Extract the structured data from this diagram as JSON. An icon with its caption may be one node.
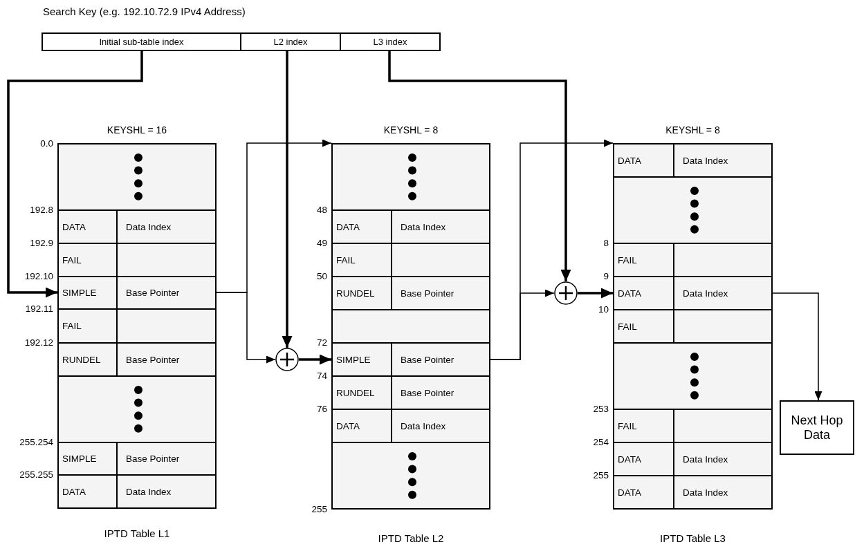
{
  "diagram": {
    "nodes": [
      {
        "text": [
          "Search Key (e.g. 192.10.72.9 IPv4 Address)"
        ]
      },
      {
        "text": [
          "Initial sub-table index"
        ],
        "in": 0
      },
      {
        "text": [
          "L2 index"
        ],
        "in": 0
      },
      {
        "text": [
          "L3 index"
        ],
        "in": 0
      },
      {
        "text": [
          "KEYSHL = 16",
          "IPTD Table L1"
        ]
      },
      {
        "text": [],
        "shape": "box",
        "in": 4,
        "beside": [
          "0.0"
        ]
      },
      {
        "text": [
          "DATA",
          "Data Index"
        ],
        "in": 4,
        "beside": [
          "192.8"
        ]
      },
      {
        "text": [
          "FAIL"
        ],
        "in": 4,
        "beside": [
          "192.9"
        ]
      },
      {
        "text": [
          "SIMPLE",
          "Base Pointer"
        ],
        "in": 4,
        "beside": [
          "192.10"
        ]
      },
      {
        "text": [
          "FAIL"
        ],
        "in": 4,
        "beside": [
          "192.11"
        ]
      },
      {
        "text": [
          "RUNDEL",
          "Base Pointer"
        ],
        "in": 4,
        "beside": [
          "192.12"
        ]
      },
      {
        "text": [],
        "shape": "box",
        "in": 4
      },
      {
        "text": [
          "SIMPLE",
          "Base Pointer"
        ],
        "in": 4,
        "beside": [
          "255.254"
        ]
      },
      {
        "text": [
          "DATA",
          "Data Index"
        ],
        "in": 4,
        "beside": [
          "255.255"
        ]
      },
      {
        "text": [],
        "shape": "circle"
      },
      {
        "text": [
          "KEYSHL = 8",
          "IPTD Table L2"
        ]
      },
      {
        "text": [],
        "shape": "box",
        "in": 15
      },
      {
        "text": [
          "DATA",
          "Data Index"
        ],
        "in": 15,
        "beside": [
          "48"
        ]
      },
      {
        "text": [
          "FAIL"
        ],
        "in": 15,
        "beside": [
          "49"
        ]
      },
      {
        "text": [
          "RUNDEL",
          "Base Pointer"
        ],
        "in": 15,
        "beside": [
          "50"
        ]
      },
      {
        "text": [],
        "shape": "box",
        "in": 15
      },
      {
        "text": [
          "SIMPLE",
          "Base Pointer"
        ],
        "in": 15,
        "beside": [
          "72"
        ]
      },
      {
        "text": [
          "RUNDEL",
          "Base Pointer"
        ],
        "in": 15,
        "beside": [
          "74"
        ]
      },
      {
        "text": [
          "DATA",
          "Data Index"
        ],
        "in": 15,
        "beside": [
          "76"
        ]
      },
      {
        "text": [],
        "shape": "box",
        "in": 15,
        "beside": [
          "255"
        ]
      },
      {
        "text": [],
        "shape": "circle"
      },
      {
        "text": [
          "KEYSHL = 8",
          "IPTD Table L3"
        ]
      },
      {
        "text": [
          "DATA",
          "Data Index"
        ],
        "in": 26
      },
      {
        "text": [],
        "shape": "box",
        "in": 26
      },
      {
        "text": [
          "FAIL"
        ],
        "in": 26,
        "beside": [
          "8"
        ]
      },
      {
        "text": [
          "DATA",
          "Data Index"
        ],
        "in": 26,
        "beside": [
          "9"
        ]
      },
      {
        "text": [
          "FAIL"
        ],
        "in": 26,
        "beside": [
          "10"
        ]
      },
      {
        "text": [],
        "shape": "box",
        "in": 26
      },
      {
        "text": [
          "FAIL"
        ],
        "in": 26,
        "beside": [
          "253"
        ]
      },
      {
        "text": [
          "DATA",
          "Data Index"
        ],
        "in": 26,
        "beside": [
          "254"
        ]
      },
      {
        "text": [
          "DATA",
          "Data Index"
        ],
        "in": 26,
        "beside": [
          "255"
        ]
      },
      {
        "text": [
          "Next Hop Data"
        ]
      }
    ],
    "edges": [
      {
        "from": 1,
        "to": 8,
        "arrow": "to",
        "style": "thick"
      },
      {
        "from": 2,
        "to": 14,
        "arrow": "to",
        "style": "thick"
      },
      {
        "from": 3,
        "to": 25,
        "arrow": "to",
        "style": "thick"
      },
      {
        "from": 8,
        "to": 16,
        "arrow": "to"
      },
      {
        "from": 8,
        "to": 14,
        "arrow": "to"
      },
      {
        "from": 14,
        "to": 21,
        "arrow": "to",
        "style": "thick"
      },
      {
        "from": 21,
        "to": 27,
        "arrow": "to"
      },
      {
        "from": 21,
        "to": 25,
        "arrow": "to"
      },
      {
        "from": 25,
        "to": 30,
        "arrow": "to",
        "style": "thick"
      },
      {
        "from": 30,
        "to": 36,
        "arrow": "to"
      }
    ]
  }
}
